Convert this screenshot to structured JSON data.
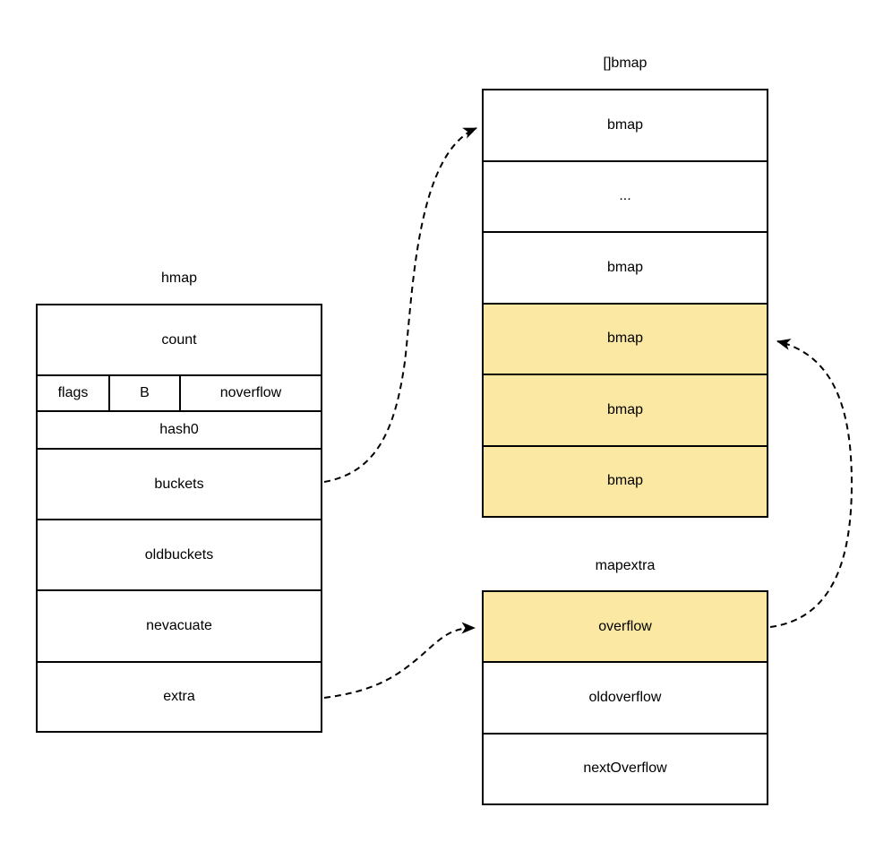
{
  "colors": {
    "background": "#ffffff",
    "stroke": "#000000",
    "text": "#000000",
    "highlight": "#fbe8a2"
  },
  "structs": {
    "hmap": {
      "title": "hmap",
      "rows": {
        "count": "count",
        "flags": "flags",
        "b": "B",
        "noverflow": "noverflow",
        "hash0": "hash0",
        "buckets": "buckets",
        "oldbuckets": "oldbuckets",
        "nevacuate": "nevacuate",
        "extra": "extra"
      }
    },
    "bmap_array": {
      "title": "[]bmap",
      "rows": [
        "bmap",
        "...",
        "bmap",
        "bmap",
        "bmap",
        "bmap"
      ],
      "highlighted_rows": [
        3,
        4,
        5
      ]
    },
    "mapextra": {
      "title": "mapextra",
      "rows": [
        "overflow",
        "oldoverflow",
        "nextOverflow"
      ],
      "highlighted_rows": [
        0
      ]
    }
  },
  "edges": [
    {
      "from": "hmap.buckets",
      "to": "bmap_array.row0",
      "style": "dashed-arrow"
    },
    {
      "from": "hmap.extra",
      "to": "mapextra.overflow",
      "style": "dashed-arrow"
    },
    {
      "from": "mapextra.overflow",
      "to": "bmap_array.row3",
      "style": "dashed-arrow"
    }
  ]
}
